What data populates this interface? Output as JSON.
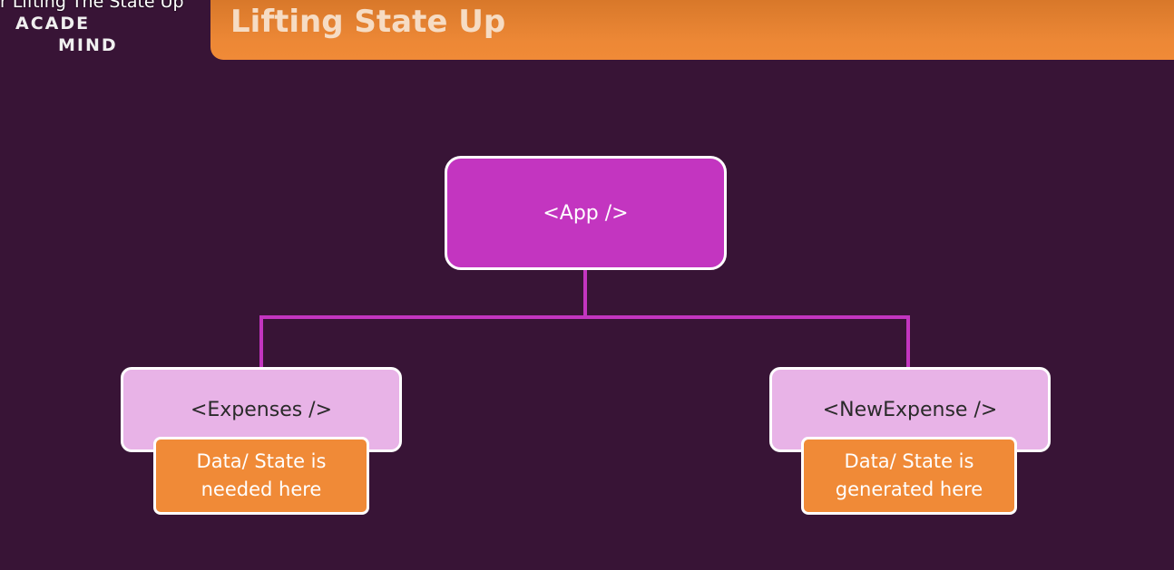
{
  "video_caption": "r Lifting The State Up",
  "logo": {
    "line1": "ACADE",
    "line2": "MIND"
  },
  "slide": {
    "title": "Lifting State Up"
  },
  "diagram": {
    "root": {
      "label": "<App />"
    },
    "children": [
      {
        "label": "<Expenses />",
        "note_line1": "Data/ State is",
        "note_line2": "needed here"
      },
      {
        "label": "<NewExpense />",
        "note_line1": "Data/ State is",
        "note_line2": "generated here"
      }
    ]
  },
  "colors": {
    "background": "#381436",
    "title_bar": "#f08a37",
    "root_node": "#c335c0",
    "child_node": "#e8b3e7",
    "note": "#f08a37",
    "connector": "#c335c0"
  }
}
